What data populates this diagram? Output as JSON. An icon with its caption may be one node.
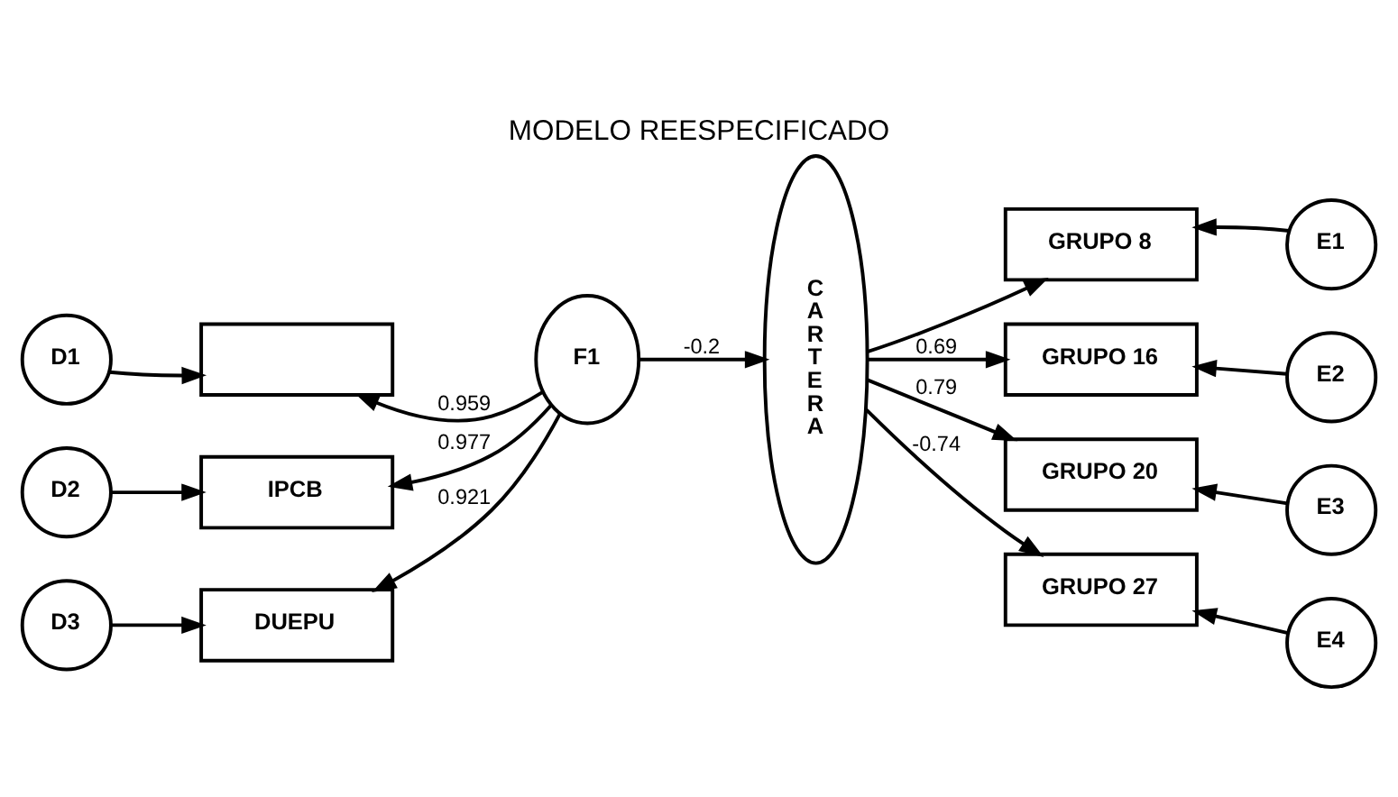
{
  "diagram": {
    "title": "MODELO REESPECIFICADO",
    "nodes": [
      {
        "text": [
          "D1"
        ]
      },
      {
        "text": [],
        "shape": "box"
      },
      {
        "text": [
          "D2"
        ]
      },
      {
        "text": [
          "IPCB"
        ]
      },
      {
        "text": [
          "D3"
        ]
      },
      {
        "text": [
          "DUEPU"
        ]
      },
      {
        "text": [
          "F1"
        ]
      },
      {
        "text": [
          "CARTERA"
        ]
      },
      {
        "text": [
          "GRUPO 8"
        ]
      },
      {
        "text": [
          "E1"
        ]
      },
      {
        "text": [
          "GRUPO 16"
        ]
      },
      {
        "text": [
          "E2"
        ]
      },
      {
        "text": [
          "GRUPO 20"
        ]
      },
      {
        "text": [
          "E3"
        ]
      },
      {
        "text": [
          "GRUPO 27"
        ]
      },
      {
        "text": [
          "E4"
        ]
      }
    ],
    "edges": [
      {
        "from": 0,
        "to": 1,
        "arrow": "to"
      },
      {
        "from": 2,
        "to": 3,
        "arrow": "to"
      },
      {
        "from": 4,
        "to": 5,
        "arrow": "to"
      },
      {
        "from": 6,
        "to": 1,
        "arrow": "to",
        "label": "0.959"
      },
      {
        "from": 6,
        "to": 3,
        "arrow": "to",
        "label": "0.977"
      },
      {
        "from": 6,
        "to": 5,
        "arrow": "to",
        "label": "0.921"
      },
      {
        "from": 6,
        "to": 7,
        "arrow": "to",
        "label": "-0.2"
      },
      {
        "from": 7,
        "to": 8,
        "arrow": "to"
      },
      {
        "from": 7,
        "to": 10,
        "arrow": "to",
        "label": "0.69"
      },
      {
        "from": 7,
        "to": 12,
        "arrow": "to",
        "label": "0.79"
      },
      {
        "from": 7,
        "to": 14,
        "arrow": "to",
        "label": "-0.74"
      },
      {
        "from": 9,
        "to": 8,
        "arrow": "to"
      },
      {
        "from": 11,
        "to": 10,
        "arrow": "to"
      },
      {
        "from": 13,
        "to": 12,
        "arrow": "to"
      },
      {
        "from": 15,
        "to": 14,
        "arrow": "to"
      }
    ]
  }
}
